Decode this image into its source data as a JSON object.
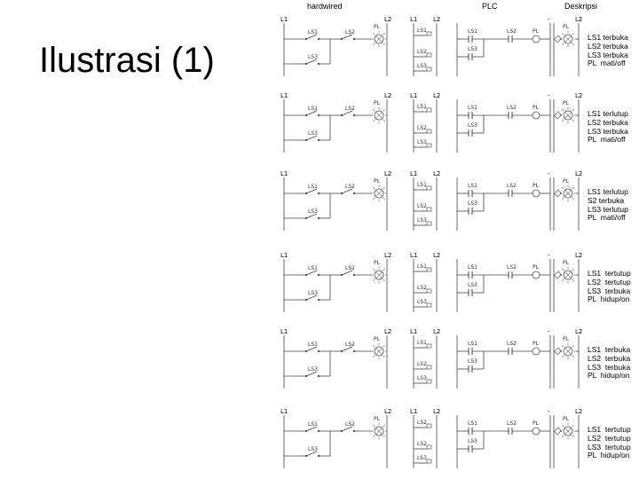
{
  "title": "Ilustrasi (1)",
  "headers": {
    "hardwired": "hardwired",
    "plc": "PLC",
    "deskripsi": "Deskripsi"
  },
  "rails": {
    "l1": "L1",
    "l2": "L2"
  },
  "lamp_label": "PL",
  "rungs": [
    {
      "hw_a": "LS1",
      "hw_b": "LS2",
      "hw_c": "LS3",
      "inputs": [
        "LS1",
        "LS2",
        "LS3"
      ],
      "plc_a": "LS1",
      "plc_b": "LS2",
      "plc_c": "LS3",
      "out": "PL",
      "desc": [
        "LS1 terbuka",
        "LS2 terbuka",
        "LS3 terbuka",
        "PL  mati/off"
      ]
    },
    {
      "hw_a": "LS1",
      "hw_b": "LS2",
      "hw_c": "LS3",
      "inputs": [
        "LS1",
        "LS2",
        "LS3"
      ],
      "plc_a": "LS1",
      "plc_b": "LS2",
      "plc_c": "LS3",
      "out": "PL",
      "desc": [
        "LS1 terlutup",
        "LS2 terbuka",
        "LS3 terbuka",
        "PL  mati/off"
      ]
    },
    {
      "hw_a": "LS1",
      "hw_b": "LS2",
      "hw_c": "LS3",
      "inputs": [
        "LS1",
        "LS2",
        "LS3"
      ],
      "plc_a": "LS1",
      "plc_b": "LS2",
      "plc_c": "LS3",
      "out": "PL",
      "desc": [
        "LS1 terlutup",
        "S2 terbuka",
        "LS3 terlutup",
        "PL  mati/off"
      ]
    },
    {
      "hw_a": "LS1",
      "hw_b": "LS2",
      "hw_c": "LS3",
      "inputs": [
        "LS1",
        "LS2",
        "LS3"
      ],
      "plc_a": "LS1",
      "plc_b": "LS2",
      "plc_c": "LS3",
      "out": "PL",
      "desc": [
        "LS1  tertutup",
        "LS2  tertutup",
        "LS3  terbuka",
        "PL  hidup/on"
      ]
    },
    {
      "hw_a": "LS1",
      "hw_b": "LS2",
      "hw_c": "LS3",
      "inputs": [
        "LS1",
        "LS2",
        "LS3"
      ],
      "plc_a": "LS1",
      "plc_b": "LS2",
      "plc_c": "LS3",
      "out": "PL",
      "desc": [
        "LS1  terbuka",
        "LS2  terbuka",
        "LS3  terbuka",
        "PL  hidup/on"
      ]
    },
    {
      "hw_a": "LS1",
      "hw_b": "LS2",
      "hw_c": "LS3",
      "inputs": [
        "LS2",
        "LS2",
        "LS3"
      ],
      "plc_a": "LS1",
      "plc_b": "LS2",
      "plc_c": "LS3",
      "out": "PL",
      "desc": [
        "LS1  tertutup",
        "LS2  tertutup",
        "LS3  tertutup",
        "PL  hidup/on"
      ]
    }
  ]
}
